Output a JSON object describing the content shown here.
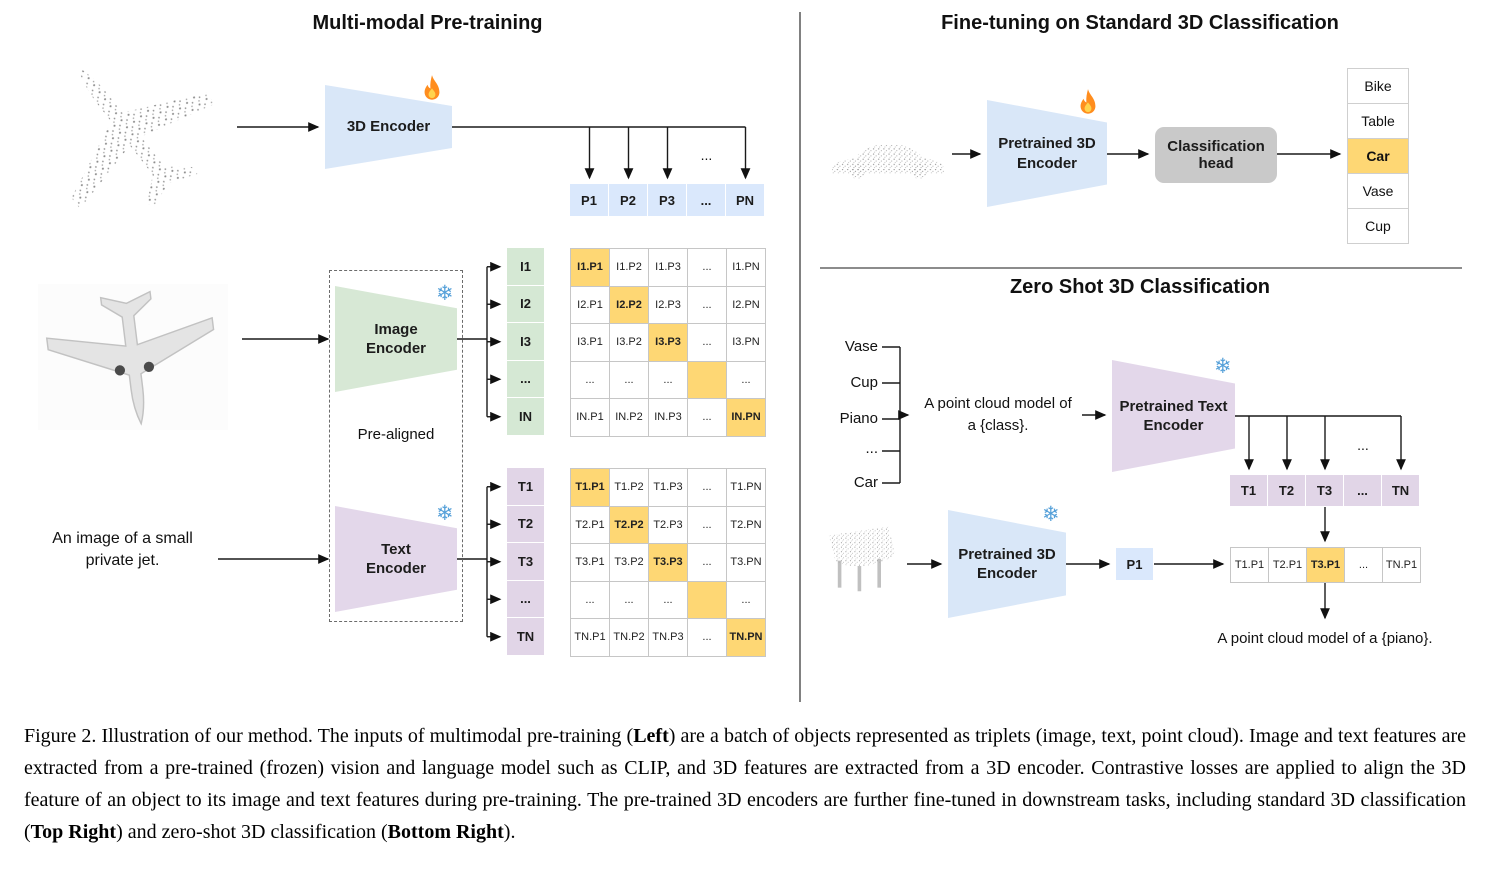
{
  "icons": {
    "snowflake": "❄"
  },
  "colors": {
    "highlight": "#fed774",
    "blue": "#dae8fc",
    "green": "#d5e8d4",
    "purple": "#e1d5e7",
    "flame_orange": "#ff8d1e"
  },
  "left": {
    "title": "Multi-modal Pre-training",
    "encoder_3d_label": "3D Encoder",
    "image_encoder_label": "Image\nEncoder",
    "text_encoder_label": "Text\nEncoder",
    "pre_aligned": "Pre-aligned",
    "text_input": "An image of a small\nprivate jet.",
    "drop_ellipsis": "...",
    "p_row": [
      "P1",
      "P2",
      "P3",
      "...",
      "PN"
    ],
    "i_col": [
      "I1",
      "I2",
      "I3",
      "...",
      "IN"
    ],
    "t_col": [
      "T1",
      "T2",
      "T3",
      "...",
      "TN"
    ],
    "i_matrix": [
      [
        "I1.P1",
        "I1.P2",
        "I1.P3",
        "...",
        "I1.PN"
      ],
      [
        "I2.P1",
        "I2.P2",
        "I2.P3",
        "...",
        "I2.PN"
      ],
      [
        "I3.P1",
        "I3.P2",
        "I3.P3",
        "...",
        "I3.PN"
      ],
      [
        "...",
        "...",
        "...",
        "",
        "..."
      ],
      [
        "IN.P1",
        "IN.P2",
        "IN.P3",
        "...",
        "IN.PN"
      ]
    ],
    "t_matrix": [
      [
        "T1.P1",
        "T1.P2",
        "T1.P3",
        "...",
        "T1.PN"
      ],
      [
        "T2.P1",
        "T2.P2",
        "T2.P3",
        "...",
        "T2.PN"
      ],
      [
        "T3.P1",
        "T3.P2",
        "T3.P3",
        "...",
        "T3.PN"
      ],
      [
        "...",
        "...",
        "...",
        "",
        "..."
      ],
      [
        "TN.P1",
        "TN.P2",
        "TN.P3",
        "...",
        "TN.PN"
      ]
    ]
  },
  "fine_tuning": {
    "title": "Fine-tuning on Standard 3D Classification",
    "encoder_label": "Pretrained 3D\nEncoder",
    "head_label": "Classification\nhead",
    "classes": [
      "Bike",
      "Table",
      "Car",
      "Vase",
      "Cup"
    ],
    "highlighted_class": "Car"
  },
  "zero_shot": {
    "title": "Zero Shot 3D Classification",
    "classes": [
      "Vase",
      "Cup",
      "Piano",
      "...",
      "Car"
    ],
    "prompt": "A point cloud model of\na {class}.",
    "text_encoder_label": "Pretrained Text\nEncoder",
    "encoder_3d_label": "Pretrained 3D\nEncoder",
    "t_row": [
      "T1",
      "T2",
      "T3",
      "...",
      "TN"
    ],
    "p_cell": "P1",
    "result_row": [
      "T1.P1",
      "T2.P1",
      "T3.P1",
      "...",
      "TN.P1"
    ],
    "highlighted_result": "T3.P1",
    "output": "A point cloud model of a {piano}.",
    "drop_ellipsis": "..."
  },
  "caption": {
    "part1": "Figure 2. Illustration of our method. The inputs of multimodal pre-training (",
    "bold1": "Left",
    "part2": ") are a batch of objects represented as triplets (image, text, point cloud). Image and text features are extracted from a pre-trained (frozen) vision and language model such as CLIP, and 3D features are extracted from a 3D encoder. Contrastive losses are applied to align the 3D feature of an object to its image and text features during pre-training. The pre-trained 3D encoders are further fine-tuned in downstream tasks, including standard 3D classification (",
    "bold2": "Top Right",
    "part3": ") and zero-shot 3D classification (",
    "bold3": "Bottom Right",
    "part4": ")."
  }
}
